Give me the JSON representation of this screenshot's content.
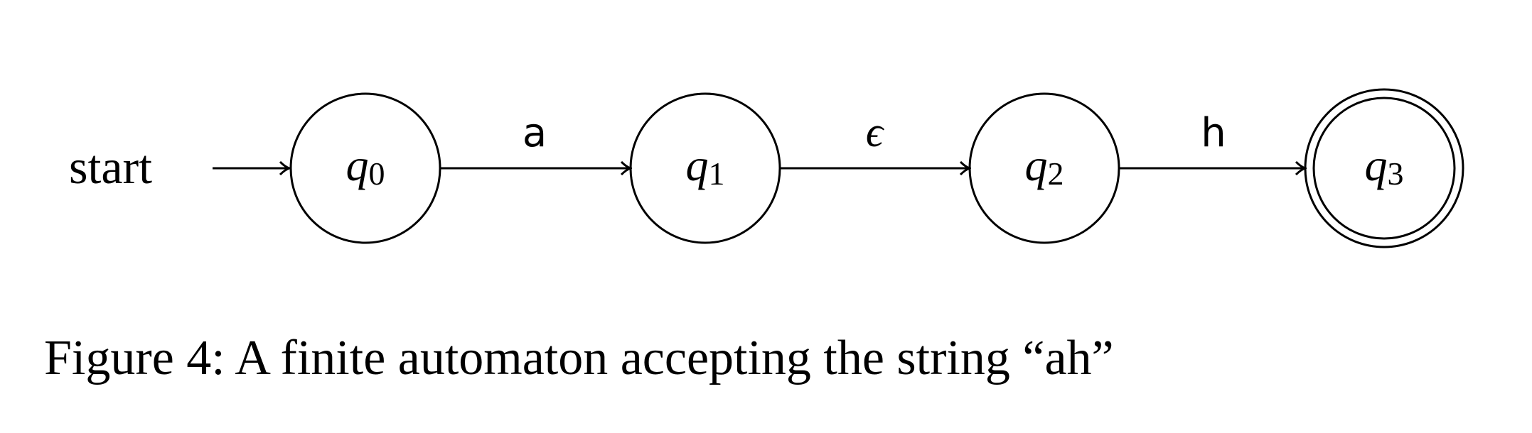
{
  "diagram": {
    "type": "finite-automaton",
    "start_label": "start",
    "states": [
      {
        "id": "q0",
        "name": "q",
        "subscript": "0",
        "accepting": false,
        "initial": true
      },
      {
        "id": "q1",
        "name": "q",
        "subscript": "1",
        "accepting": false,
        "initial": false
      },
      {
        "id": "q2",
        "name": "q",
        "subscript": "2",
        "accepting": false,
        "initial": false
      },
      {
        "id": "q3",
        "name": "q",
        "subscript": "3",
        "accepting": true,
        "initial": false
      }
    ],
    "transitions": [
      {
        "from": "q0",
        "to": "q1",
        "label": "a"
      },
      {
        "from": "q1",
        "to": "q2",
        "label": "ϵ"
      },
      {
        "from": "q2",
        "to": "q3",
        "label": "h"
      }
    ]
  },
  "caption": "Figure 4: A finite automaton accepting the string “ah”"
}
